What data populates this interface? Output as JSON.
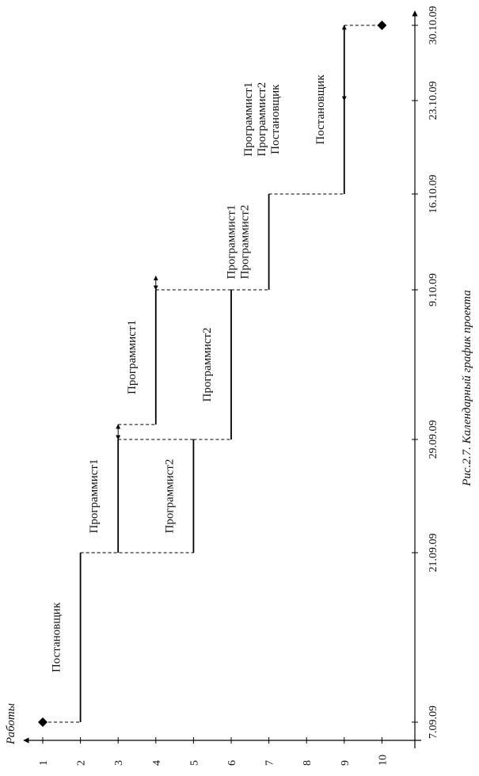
{
  "figure": {
    "caption": "Рис.2.7. Календарный график проекта",
    "y_axis_label": "Работы"
  },
  "colors": {
    "line": "#000000",
    "background": "#ffffff"
  },
  "chart_data": {
    "type": "gantt",
    "rotation": "rotated 90 degrees counter-clockwise",
    "event_axis": {
      "label": "Работы",
      "ticks": [
        "1",
        "2",
        "3",
        "4",
        "5",
        "6",
        "7",
        "8",
        "9",
        "10"
      ]
    },
    "date_axis": {
      "ticks": [
        {
          "label": "7.09.09",
          "date": "2009-09-07"
        },
        {
          "label": "21.09.09",
          "date": "2009-09-21"
        },
        {
          "label": "29.09.09",
          "date": "2009-09-29"
        },
        {
          "label": "9.10.09",
          "date": "2009-10-09"
        },
        {
          "label": "16.10.09",
          "date": "2009-10-16"
        },
        {
          "label": "23.10.09",
          "date": "2009-10-23"
        },
        {
          "label": "30.10.09",
          "date": "2009-10-30"
        }
      ]
    },
    "tasks": [
      {
        "from": 1,
        "to": 2,
        "start": "2009-09-07",
        "end": "2009-09-21",
        "labels": [
          "Постановщик"
        ]
      },
      {
        "from": 2,
        "to": 3,
        "start": "2009-09-21",
        "end": "2009-09-29",
        "labels": [
          "Программист1"
        ],
        "reserve_end": "2009-09-30"
      },
      {
        "from": 2,
        "to": 5,
        "start": "2009-09-21",
        "end": "2009-09-29",
        "labels": [
          "Программист2"
        ]
      },
      {
        "from": 3,
        "to": 4,
        "start": "2009-09-30",
        "end": "2009-10-09",
        "labels": [
          "Программист1"
        ],
        "reserve_end": "2009-10-10"
      },
      {
        "from": 5,
        "to": 6,
        "start": "2009-09-29",
        "end": "2009-10-09",
        "labels": [
          "Программист2"
        ]
      },
      {
        "from": 6,
        "to": 7,
        "start": "2009-10-09",
        "end": "2009-10-16",
        "labels": [
          "Программист1",
          "Программист2"
        ]
      },
      {
        "from": 8,
        "to": 9,
        "start": "2009-10-16",
        "end": "2009-10-30",
        "labels": [
          "Постановщик"
        ]
      }
    ],
    "dependencies": [
      {
        "from_event": 1,
        "to_event": 2,
        "date": "2009-09-07"
      },
      {
        "from_event": 2,
        "to_event": 3,
        "date": "2009-09-21"
      },
      {
        "from_event": 3,
        "to_event": 5,
        "date": "2009-09-29"
      },
      {
        "from_event": 4,
        "to_event": 6,
        "date": "2009-10-09"
      },
      {
        "from_event": 7,
        "to_event": 8,
        "date": "2009-10-16"
      },
      {
        "from_event": 9,
        "to_event": 10,
        "date": "2009-10-30"
      }
    ],
    "floats": [
      {
        "event": 3,
        "start": "2009-09-29",
        "end": "2009-09-30"
      },
      {
        "event": 4,
        "start": "2009-10-09",
        "end": "2009-10-10"
      },
      {
        "event": 9,
        "start": "2009-10-23",
        "end": "2009-10-30"
      }
    ],
    "milestones": [
      {
        "event": 1,
        "date": "2009-09-07"
      },
      {
        "event": 10,
        "date": "2009-10-30"
      }
    ],
    "floating_labels": [
      {
        "date": "2009-10-21",
        "labels": [
          "Программист1",
          "Программист2",
          "Постановщик"
        ]
      }
    ]
  }
}
